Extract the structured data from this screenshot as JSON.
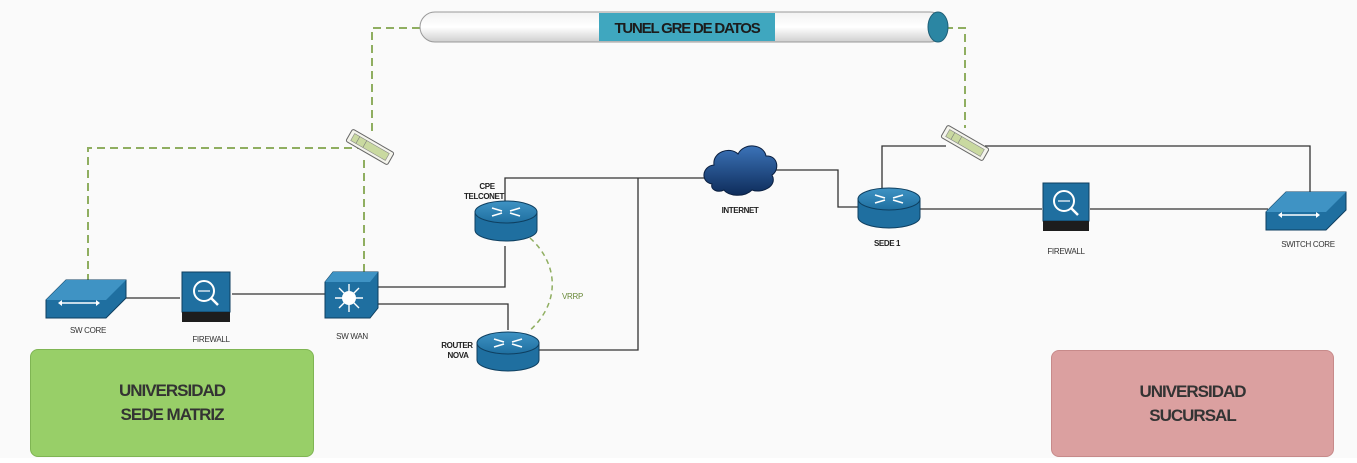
{
  "diagram": {
    "tunnel_label": "TUNEL GRE DE DATOS",
    "nodes": {
      "sw_core_left": "SW CORE",
      "firewall_left": "FIREWALL",
      "sw_wan": "SW WAN",
      "cpe_line1": "CPE",
      "cpe_line2": "TELCONET",
      "router_line1": "ROUTER",
      "router_line2": "NOVA",
      "internet": "INTERNET",
      "sede1": "SEDE 1",
      "firewall_right": "FIREWALL",
      "switch_core_right": "SWITCH CORE"
    },
    "vrrp_label": "VRRP",
    "sites": {
      "matriz_line1": "UNIVERSIDAD",
      "matriz_line2": "SEDE MATRIZ",
      "sucursal_line1": "UNIVERSIDAD",
      "sucursal_line2": "SUCURSAL"
    },
    "colors": {
      "tunnel_label_bg": "#3fa7bf",
      "tunnel_end": "#2b86a3",
      "device_blue": "#1f6fa0",
      "dashed_green": "#8fae60",
      "site_matriz": "#98cf68",
      "site_sucursal": "#dba0a0"
    }
  }
}
